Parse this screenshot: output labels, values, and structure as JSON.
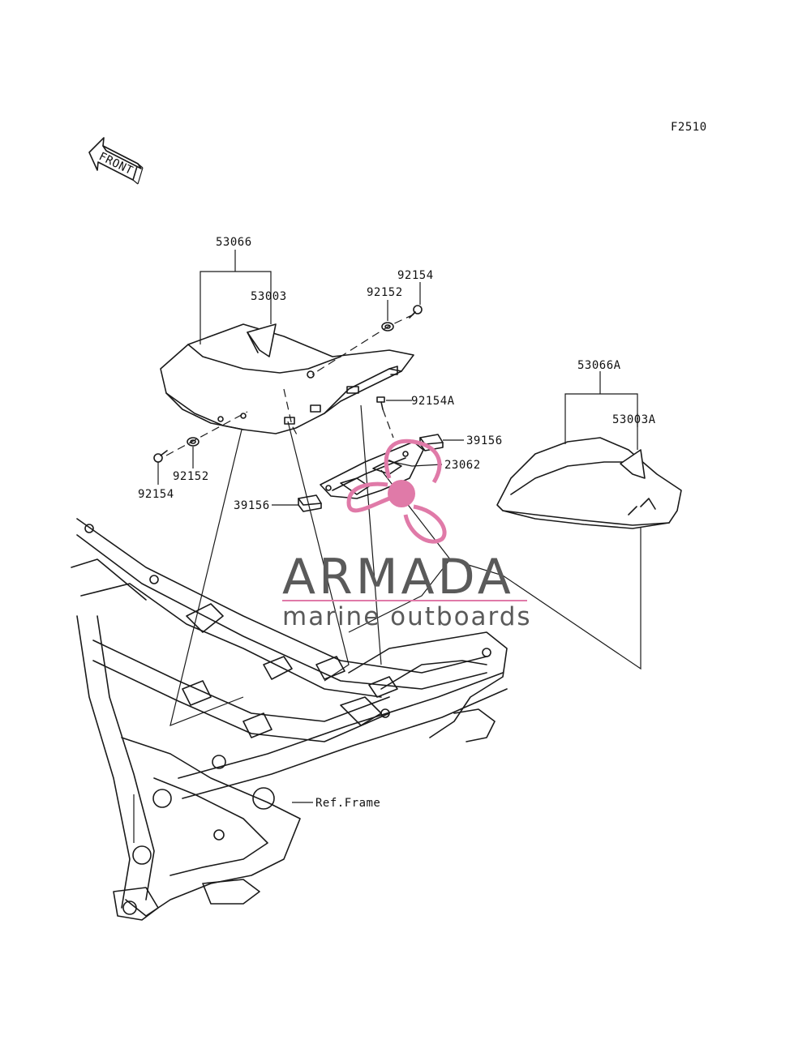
{
  "diagram": {
    "code": "F2510",
    "front_label": "FRONT",
    "ref_label": "Ref.Frame",
    "parts": [
      {
        "id": "p1",
        "number": "53066"
      },
      {
        "id": "p2",
        "number": "53003"
      },
      {
        "id": "p3",
        "number": "92154"
      },
      {
        "id": "p4",
        "number": "92152"
      },
      {
        "id": "p5",
        "number": "92154A"
      },
      {
        "id": "p6",
        "number": "39156"
      },
      {
        "id": "p7",
        "number": "23062"
      },
      {
        "id": "p8",
        "number": "92152"
      },
      {
        "id": "p9",
        "number": "92154"
      },
      {
        "id": "p10",
        "number": "39156"
      },
      {
        "id": "p11",
        "number": "53066A"
      },
      {
        "id": "p12",
        "number": "53003A"
      }
    ]
  },
  "watermark": {
    "brand": "ARMADA",
    "tagline": "marine outboards",
    "logo_color": "#e07aa8",
    "text_color": "#5a5a5a"
  }
}
